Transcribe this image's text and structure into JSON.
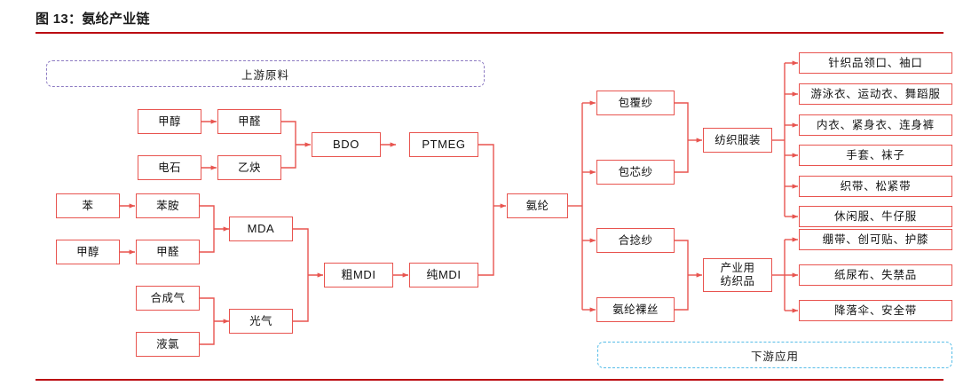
{
  "figure": {
    "title": "图 13：氨纶产业链",
    "rule_color": "#bb0c12"
  },
  "colors": {
    "node_border": "#e8544f",
    "upstream_dash": "#8e7cc3",
    "downstream_dash": "#56bde8",
    "wire": "#e8544f",
    "text": "#111111"
  },
  "bands": {
    "upstream": "上游原料",
    "downstream": "下游应用"
  },
  "nodes": {
    "methanol_top": "甲醇",
    "formaldehyde_top": "甲醛",
    "calcium_carbide": "电石",
    "acetylene": "乙炔",
    "bdo": "BDO",
    "ptmeg": "PTMEG",
    "benzene": "苯",
    "aniline": "苯胺",
    "methanol_mid": "甲醇",
    "formaldehyde_mid": "甲醛",
    "mda": "MDA",
    "syngas": "合成气",
    "liquid_chlorine": "液氯",
    "phosgene": "光气",
    "crude_mdi": "粗MDI",
    "pure_mdi": "纯MDI",
    "spandex": "氨纶",
    "covered_yarn": "包覆纱",
    "core_spun_yarn": "包芯纱",
    "plied_yarn": "合捻纱",
    "bare_spandex": "氨纶裸丝",
    "textile_apparel": "纺织服装",
    "industrial_textiles": "产业用\n纺织品"
  },
  "apparel_items": [
    "针织品领口、袖口",
    "游泳衣、运动衣、舞蹈服",
    "内衣、紧身衣、连身裤",
    "手套、袜子",
    "织带、松紧带",
    "休闲服、牛仔服"
  ],
  "industrial_items": [
    "绷带、创可贴、护膝",
    "纸尿布、失禁品",
    "降落伞、安全带"
  ]
}
